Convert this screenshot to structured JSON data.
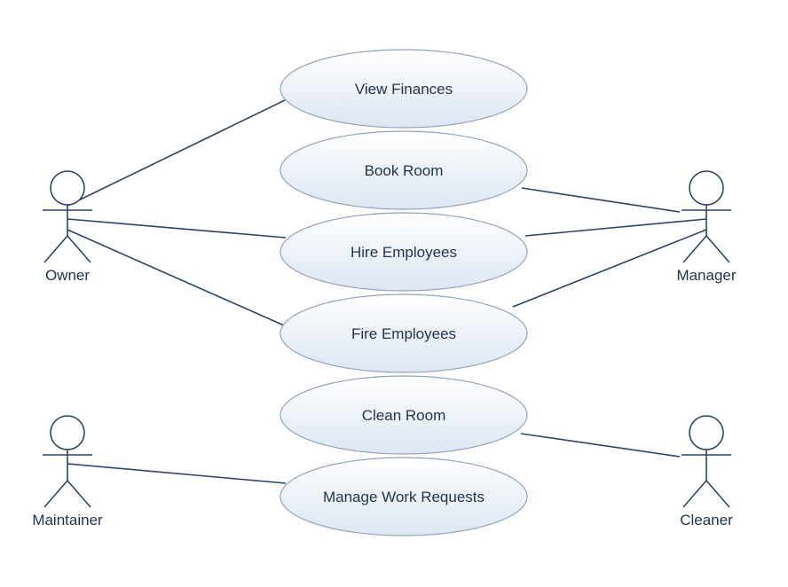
{
  "use_cases": [
    {
      "id": "view-finances",
      "label": "View Finances"
    },
    {
      "id": "book-room",
      "label": "Book Room"
    },
    {
      "id": "hire-employees",
      "label": "Hire Employees"
    },
    {
      "id": "fire-employees",
      "label": "Fire Employees"
    },
    {
      "id": "clean-room",
      "label": "Clean Room"
    },
    {
      "id": "manage-work-requests",
      "label": "Manage Work Requests"
    }
  ],
  "actors": [
    {
      "id": "owner",
      "label": "Owner"
    },
    {
      "id": "manager",
      "label": "Manager"
    },
    {
      "id": "maintainer",
      "label": "Maintainer"
    },
    {
      "id": "cleaner",
      "label": "Cleaner"
    }
  ],
  "associations": [
    {
      "actor": "owner",
      "use_case": "view-finances"
    },
    {
      "actor": "owner",
      "use_case": "hire-employees"
    },
    {
      "actor": "owner",
      "use_case": "fire-employees"
    },
    {
      "actor": "manager",
      "use_case": "book-room"
    },
    {
      "actor": "manager",
      "use_case": "hire-employees"
    },
    {
      "actor": "manager",
      "use_case": "fire-employees"
    },
    {
      "actor": "maintainer",
      "use_case": "manage-work-requests"
    },
    {
      "actor": "cleaner",
      "use_case": "clean-room"
    }
  ]
}
